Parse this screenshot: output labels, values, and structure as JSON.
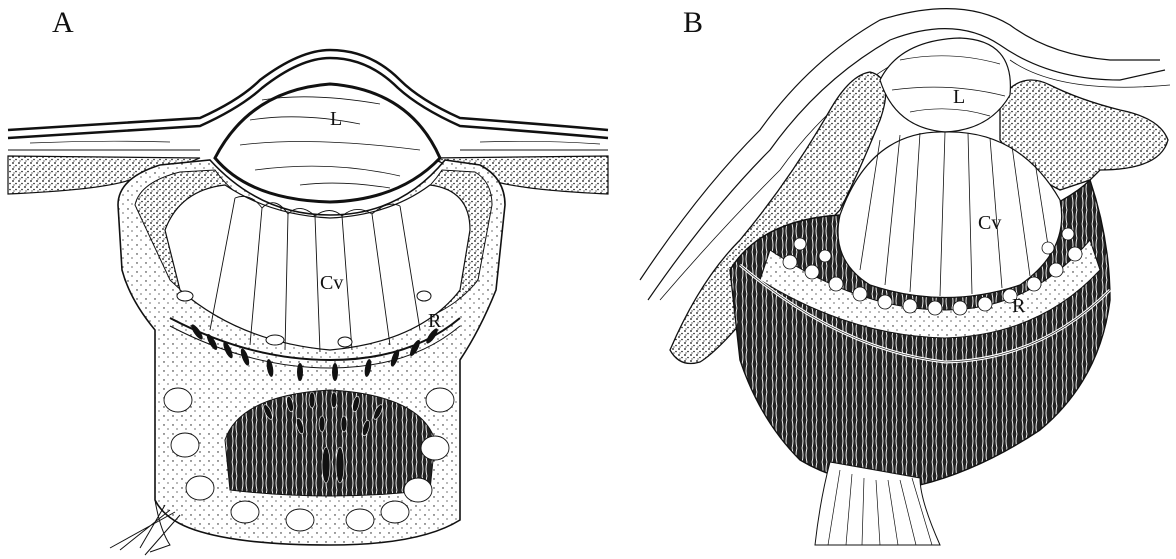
{
  "figure": {
    "panels": [
      {
        "letter": "A",
        "labels": {
          "lens": "L",
          "vitreous": "Cv",
          "retina": "R"
        }
      },
      {
        "letter": "B",
        "labels": {
          "lens": "L",
          "vitreous": "Cv",
          "retina": "R"
        }
      }
    ],
    "colors": {
      "ink": "#111111",
      "background": "#ffffff"
    }
  }
}
